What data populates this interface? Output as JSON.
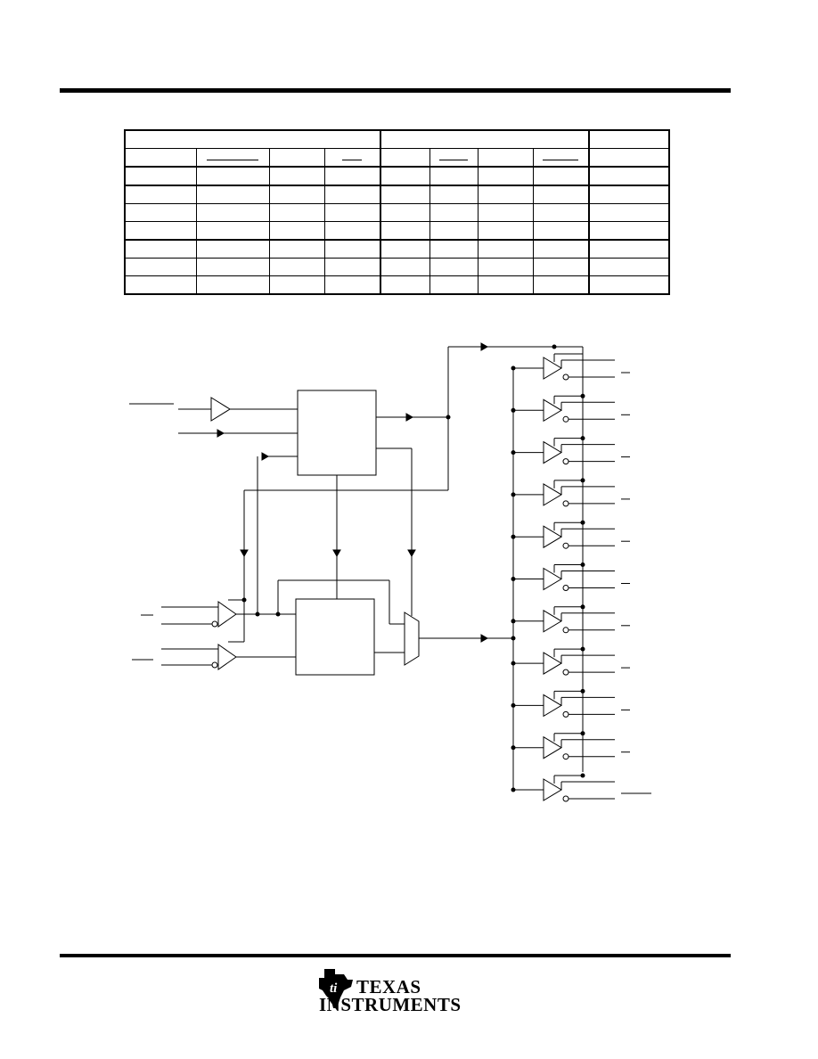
{
  "document": {
    "function_table": {
      "input_group_label": "",
      "output_group_label": "",
      "extra_group_label": "",
      "column_headers": [
        "",
        "",
        "",
        "",
        "",
        "",
        "",
        "",
        ""
      ],
      "rows": [
        [
          "",
          "",
          "",
          "",
          "",
          "",
          "",
          "",
          ""
        ],
        [
          "",
          "",
          "",
          "",
          "",
          "",
          "",
          "",
          ""
        ],
        [
          "",
          "",
          "",
          "",
          "",
          "",
          "",
          "",
          ""
        ],
        [
          "",
          "",
          "",
          "",
          "",
          "",
          "",
          "",
          ""
        ],
        [
          "",
          "",
          "",
          "",
          "",
          "",
          "",
          "",
          ""
        ],
        [
          "",
          "",
          "",
          "",
          "",
          "",
          "",
          "",
          ""
        ],
        [
          "",
          "",
          "",
          "",
          "",
          "",
          "",
          "",
          ""
        ]
      ]
    },
    "diagram": {
      "output_buffer_count": 11
    },
    "footer": {
      "logo_line1": "TEXAS",
      "logo_line2": "INSTRUMENTS",
      "logo_icon": "ti-state-logo-icon"
    }
  }
}
